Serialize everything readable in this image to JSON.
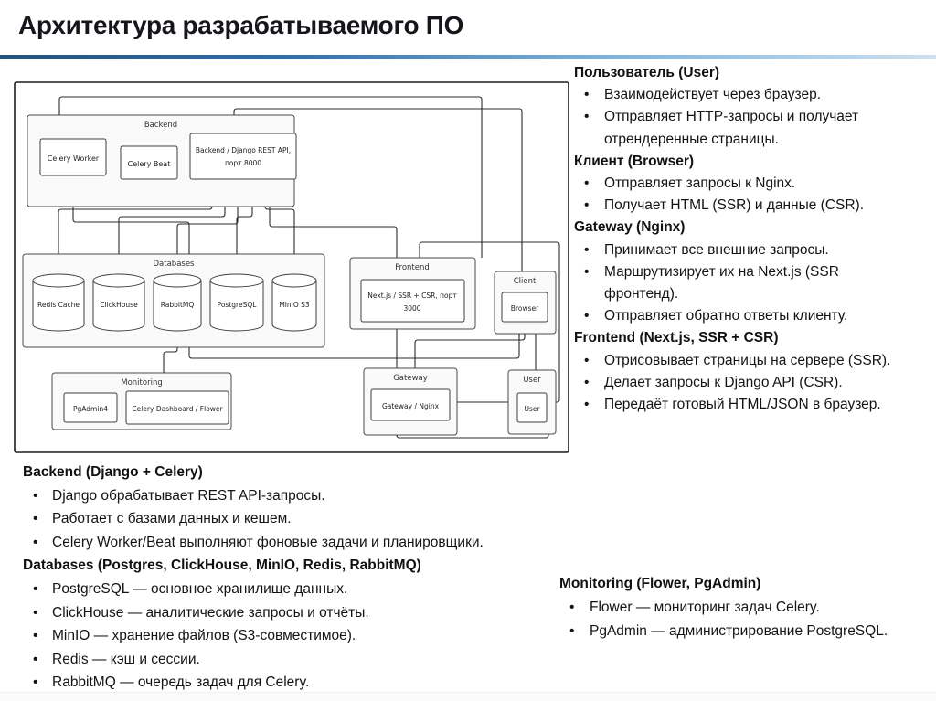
{
  "slide": {
    "title": "Архитектура разрабатываемого ПО"
  },
  "colors": {
    "accent_rule_dark": "#24527c",
    "accent_rule_mid": "#2f6da9",
    "accent_rule_light": "#cde0f0",
    "diagram_stroke": "#2b2b2b",
    "text": "#141414"
  },
  "diagram": {
    "groups": {
      "backend": "Backend",
      "databases": "Databases",
      "monitoring": "Monitoring",
      "frontend": "Frontend",
      "client": "Client",
      "gateway": "Gateway",
      "user": "User"
    },
    "nodes": {
      "celery_worker": "Celery Worker",
      "celery_beat": "Celery Beat",
      "django_line1": "Backend / Django REST API,",
      "django_line2": "порт 8000",
      "redis": "Redis Cache",
      "clickhouse": "ClickHouse",
      "rabbitmq": "RabbitMQ",
      "postgresql": "PostgreSQL",
      "minio": "MinIO S3",
      "pgadmin": "PgAdmin4",
      "flower": "Celery Dashboard / Flower",
      "nextjs_line1": "Next.js / SSR + CSR, порт",
      "nextjs_line2": "3000",
      "browser": "Browser",
      "nginx": "Gateway / Nginx",
      "user_node": "User"
    }
  },
  "text": {
    "user": {
      "heading": "Пользователь (User)",
      "bullets": [
        "Взаимодействует через браузер.",
        "Отправляет HTTP-запросы и получает отрендеренные страницы."
      ]
    },
    "client": {
      "heading": "Клиент (Browser)",
      "bullets": [
        "Отправляет запросы к Nginx.",
        "Получает HTML (SSR) и данные (CSR)."
      ]
    },
    "gateway": {
      "heading": "Gateway (Nginx)",
      "bullets": [
        "Принимает все внешние запросы.",
        "Маршрутизирует их на Next.js (SSR фронтенд).",
        "Отправляет обратно ответы клиенту."
      ]
    },
    "frontend": {
      "heading": "Frontend (Next.js, SSR + CSR)",
      "bullets": [
        "Отрисовывает страницы на сервере (SSR).",
        "Делает запросы к Django API (CSR).",
        "Передаёт готовый HTML/JSON в браузер."
      ]
    },
    "backend": {
      "heading": "Backend (Django + Celery)",
      "bullets": [
        "Django обрабатывает REST API-запросы.",
        "Работает с базами данных и кешем.",
        "Celery Worker/Beat выполняют фоновые задачи и планировщики."
      ]
    },
    "databases": {
      "heading": "Databases (Postgres, ClickHouse, MinIO, Redis, RabbitMQ)",
      "bullets": [
        "PostgreSQL — основное хранилище данных.",
        "ClickHouse — аналитические запросы и отчёты.",
        "MinIO — хранение файлов (S3-совместимое).",
        "Redis — кэш и сессии.",
        "RabbitMQ — очередь задач для Celery."
      ]
    },
    "monitoring": {
      "heading": "Monitoring (Flower, PgAdmin)",
      "bullets": [
        "Flower — мониторинг задач Celery.",
        "PgAdmin — администрирование PostgreSQL."
      ]
    }
  }
}
